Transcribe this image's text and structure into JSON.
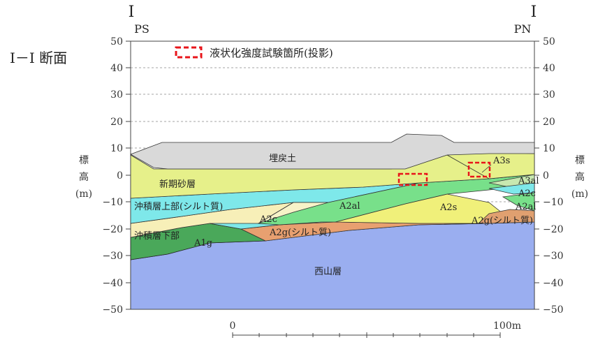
{
  "section": {
    "left_mark": "I",
    "left_code": "PS",
    "right_mark": "I",
    "right_code": "PN",
    "title": "I－I 断面"
  },
  "legend": {
    "label": "液状化強度試験箇所(投影)",
    "symbol_color": "#e8141a"
  },
  "axis": {
    "unit": "(m)",
    "label_left_chars": [
      "標",
      "高"
    ],
    "label_right_chars": [
      "標",
      "高"
    ],
    "left_ticks": [
      "50",
      "40",
      "30",
      "20",
      "10",
      "0",
      "−10",
      "−20",
      "−30",
      "−40",
      "−50"
    ],
    "right_ticks": [
      "50",
      "40",
      "30",
      "20",
      "10",
      "0",
      "−10",
      "−20",
      "−30",
      "−40",
      "−50"
    ]
  },
  "layers": {
    "fill": "埋戻土",
    "shinki": "新期砂層",
    "upper": "沖積層上部(シルト質)",
    "lower": "沖積層下部",
    "a1g": "A1g",
    "a2c": "A2c",
    "a2g": "A2g(シルト質)",
    "a2al": "A2al",
    "a2s": "A2s",
    "a2g_right": "A2g(シルト質)",
    "a3s": "A3s",
    "a3al": "A3al",
    "a2c_right": "A2c",
    "a2al_right": "A2al",
    "nishiyama": "西山層"
  },
  "scale": {
    "start": "0",
    "end": "100m"
  },
  "colors": {
    "fill_gray": "#d9d9d9",
    "shinki": "#e6f08a",
    "cyan": "#7ee8ea",
    "green": "#78e08a",
    "cream": "#f7f3c8",
    "sandy": "#e7f07a",
    "orange": "#e8a070",
    "dark_green": "#4aa85a",
    "blue": "#9aaef0"
  }
}
